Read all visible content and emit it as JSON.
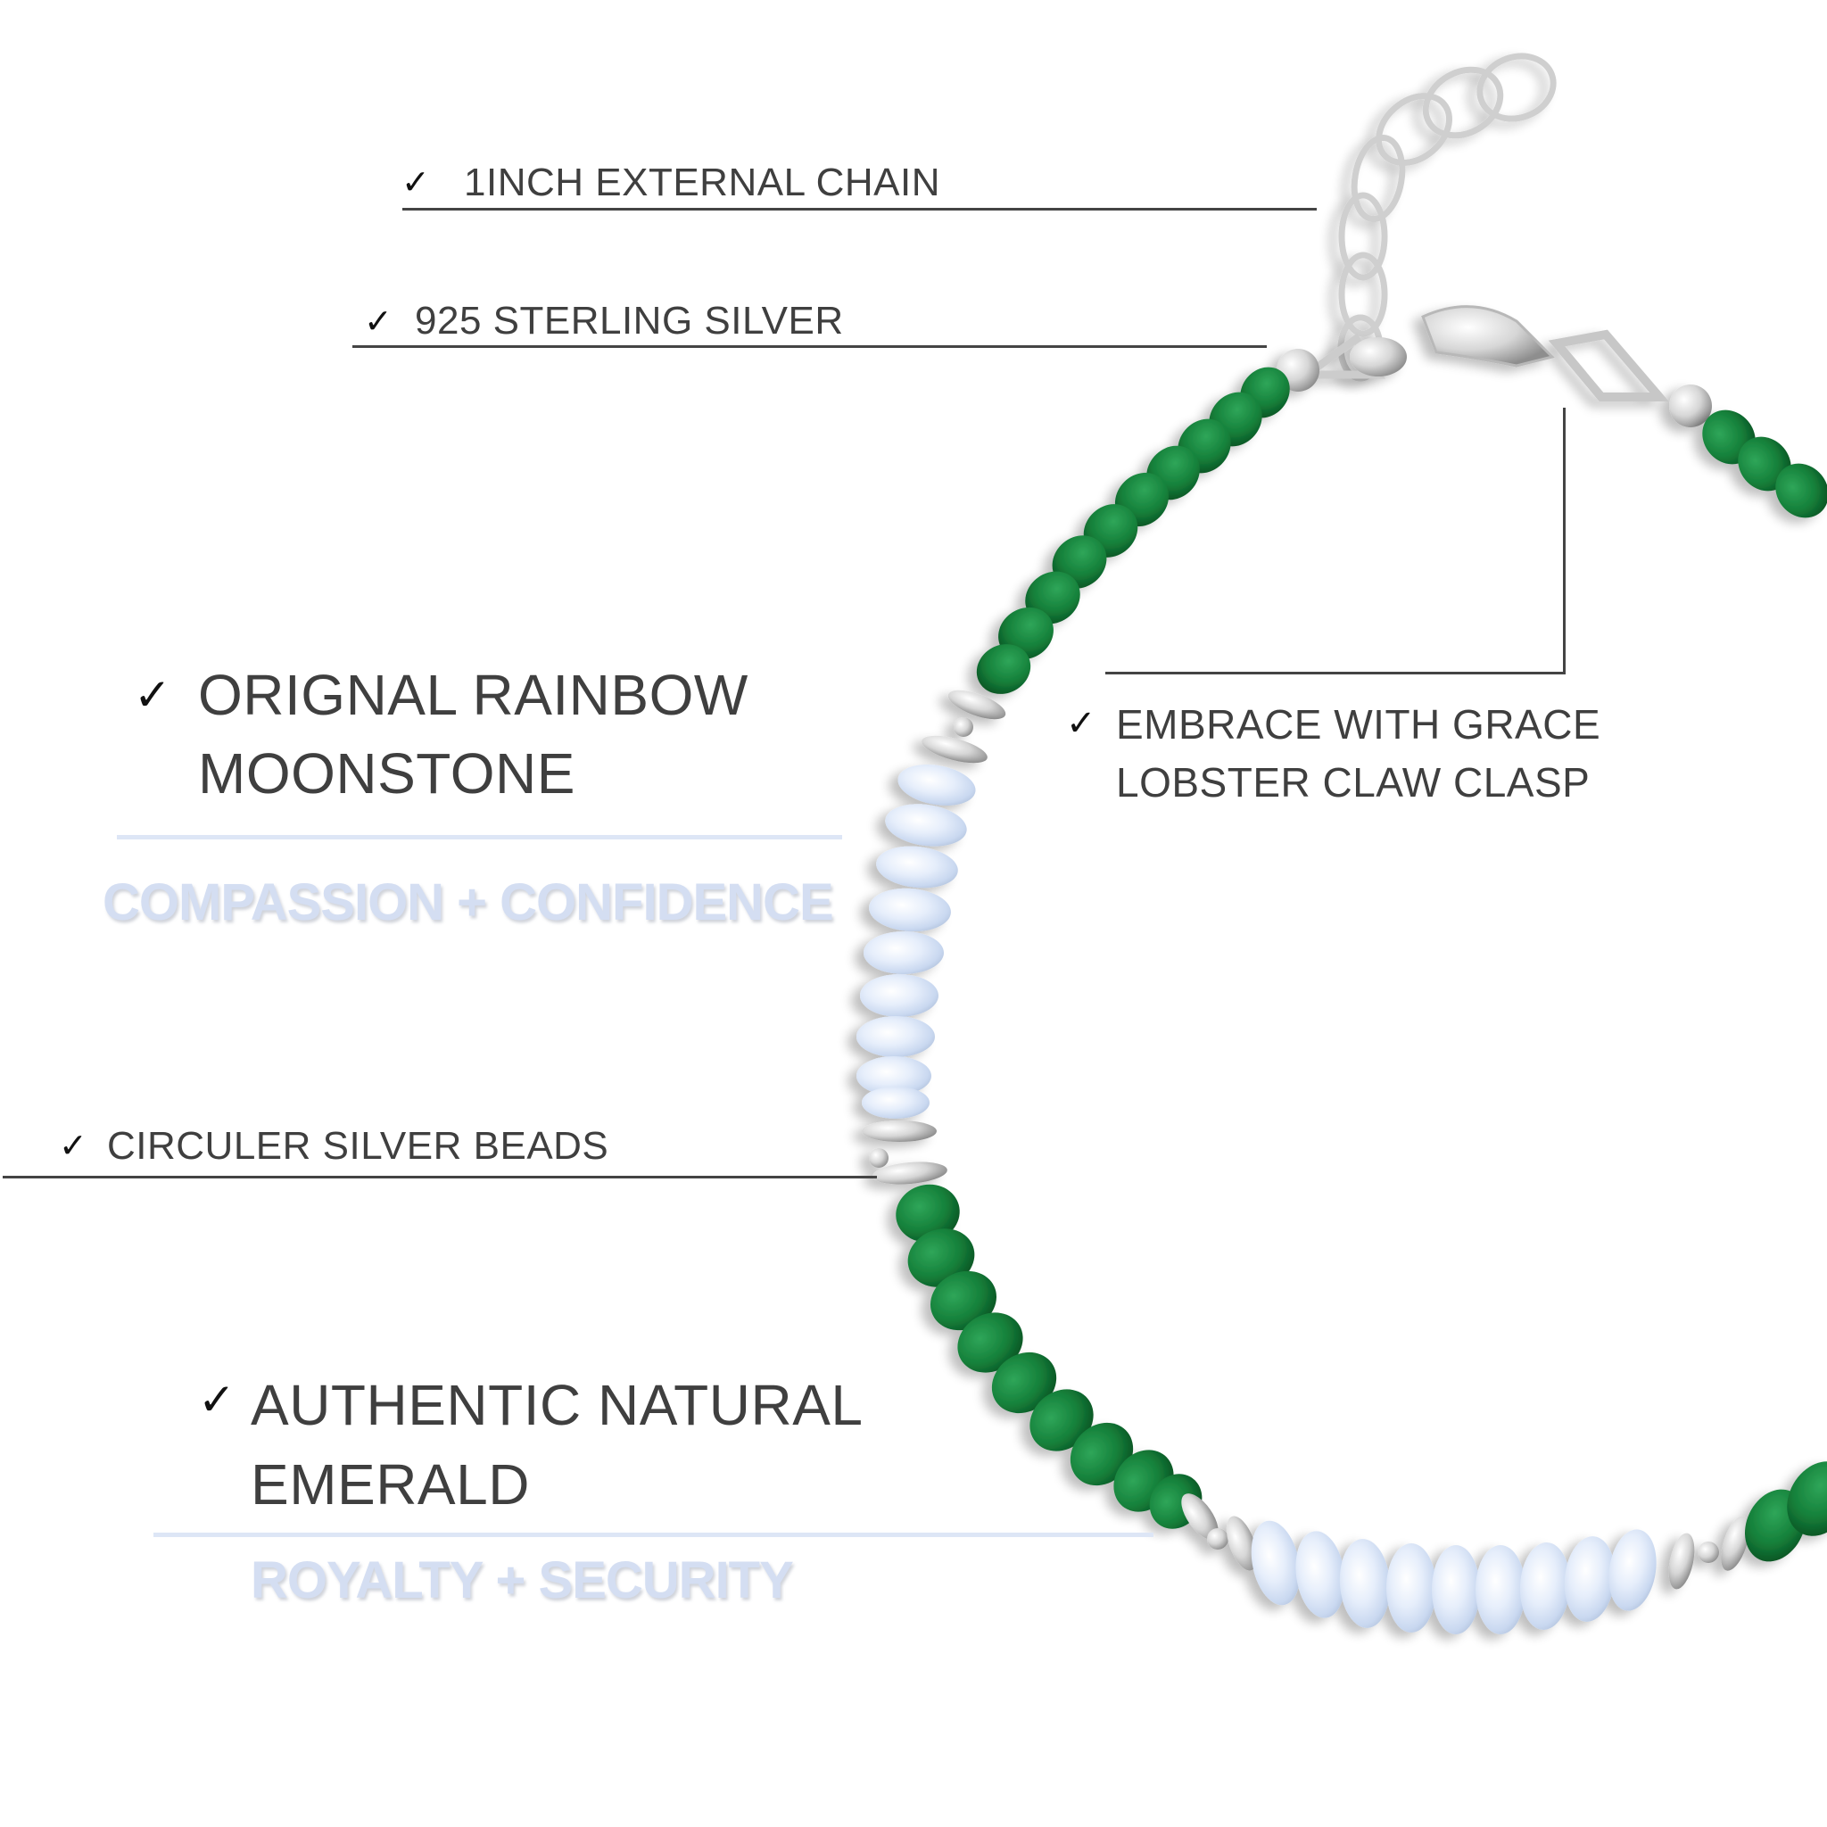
{
  "callouts": [
    {
      "id": "external-chain",
      "check_icon": "✓",
      "text": "1INCH EXTERNAL CHAIN"
    },
    {
      "id": "sterling-silver",
      "check_icon": "✓",
      "text": "925 STERLING SILVER"
    },
    {
      "id": "moonstone",
      "check_icon": "✓",
      "line1": "ORIGNAL RAINBOW",
      "line2": "MOONSTONE",
      "trait": "COMPASSION + CONFIDENCE"
    },
    {
      "id": "clasp",
      "check_icon": "✓",
      "line1": "EMBRACE WITH GRACE",
      "line2": "LOBSTER CLAW CLASP"
    },
    {
      "id": "silver-beads",
      "check_icon": "✓",
      "text": "CIRCULER SILVER BEADS"
    },
    {
      "id": "emerald",
      "check_icon": "✓",
      "line1": "AUTHENTIC NATURAL",
      "line2": "EMERALD",
      "trait": "ROYALTY + SECURITY"
    }
  ],
  "colors": {
    "text": "#3f3f3f",
    "check": "#111111",
    "rule": "#444444",
    "trait": "#d4def2",
    "trait_rule": "#dde6f6",
    "emerald": "#16803a",
    "emerald_dark": "#0d5f2a",
    "moonstone": "#eef3fb",
    "moonstone_glow": "#bcd0f2",
    "silver": "#d8d8d8",
    "silver_dark": "#9a9a9a"
  }
}
